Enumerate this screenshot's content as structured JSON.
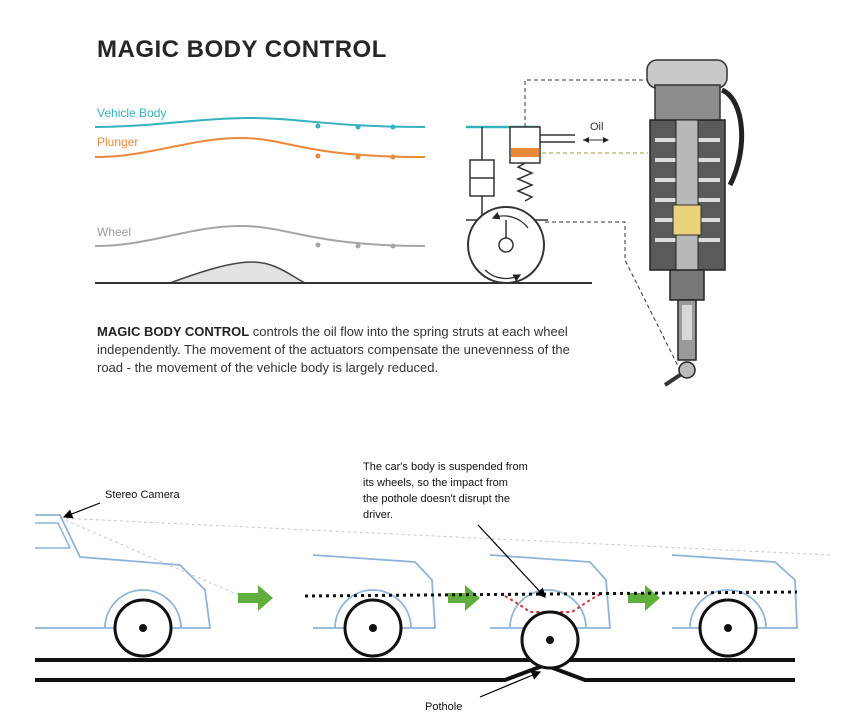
{
  "title": "MAGIC BODY CONTROL",
  "graph": {
    "vehicle_body_label": "Vehicle Body",
    "plunger_label": "Plunger",
    "wheel_label": "Wheel"
  },
  "schematic": {
    "oil_label": "Oil"
  },
  "description": {
    "bold": "MAGIC BODY CONTROL",
    "rest": " controls the oil flow into the spring struts at each wheel independently. The movement of the actuators compensate the unevenness of the road - the movement of the vehicle body is largely reduced."
  },
  "bottom": {
    "stereo_camera_label": "Stereo Camera",
    "note_lines": [
      "The car's body is suspended from",
      "its wheels, so the impact from",
      "the pothole doesn't disrupt the",
      "driver."
    ],
    "pothole_label": "Pothole"
  },
  "colors": {
    "vehicle_body": "#34b2bd",
    "plunger": "#e9893a",
    "wheel_line": "#a5a5a5",
    "car_outline": "#8fb3d9",
    "arrow_green": "#5fae3e",
    "dotted_red": "#d93030"
  }
}
